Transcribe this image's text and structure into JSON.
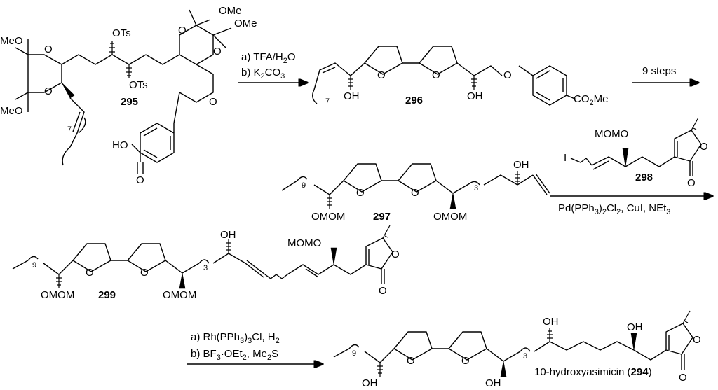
{
  "compounds": {
    "c295": "295",
    "c296": "296",
    "c297": "297",
    "c298": "298",
    "c299": "299",
    "c294_name": "10-hydroxyasimicin (",
    "c294_num": "294",
    "c294_close": ")"
  },
  "labels": {
    "OMe": "OMe",
    "MeO": "MeO",
    "OTs": "OTs",
    "O": "O",
    "OH": "OH",
    "HO": "HO",
    "OMOM": "OMOM",
    "MOMO": "MOMO",
    "I": "I",
    "CO2Me": "CO",
    "CO2Me_sub": "2",
    "CO2Me_end": "Me",
    "n7": "7",
    "n9": "9",
    "n3": "3"
  },
  "arrows": {
    "step1_a": "a) TFA/H",
    "step1_a_sub": "2",
    "step1_a_end": "O",
    "step1_b": "b) K",
    "step1_b_sub": "2",
    "step1_b_mid": "CO",
    "step1_b_sub2": "3",
    "step2": "9 steps",
    "step3": "Pd(PPh",
    "step3_sub": "3",
    "step3_mid": ")",
    "step3_sub2": "2",
    "step3_end": "Cl",
    "step3_sub3": "2",
    "step3_tail": ", CuI, NEt",
    "step3_sub4": "3",
    "step4_a": "a) Rh(PPh",
    "step4_a_sub": "3",
    "step4_a_end": ")",
    "step4_a_sub2": "3",
    "step4_a_tail": "Cl, H",
    "step4_a_sub3": "2",
    "step4_b": "b) BF",
    "step4_b_sub": "3",
    "step4_b_mid": "·OEt",
    "step4_b_sub2": "2",
    "step4_b_end": ", Me",
    "step4_b_sub3": "2",
    "step4_b_tail": "S"
  }
}
